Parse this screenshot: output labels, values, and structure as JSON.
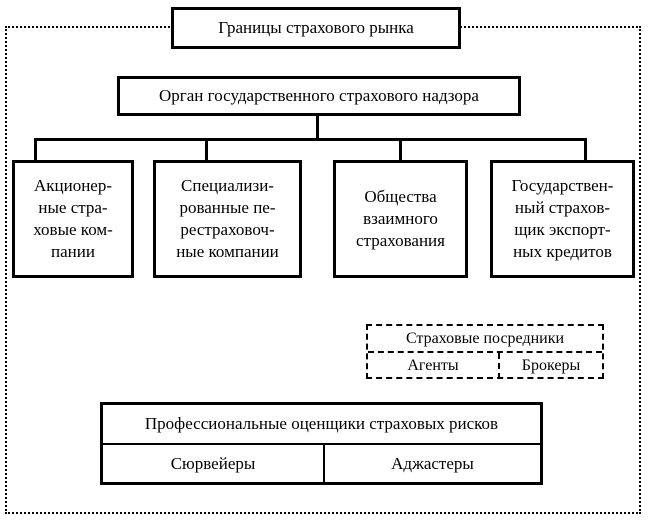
{
  "diagram": {
    "title": "Границы страхового рынка",
    "supervisor": "Орган государственного страхового надзора",
    "companies": [
      "Акционер-\nные стра-\nховые ком-\nпании",
      "Специализи-\nрованные пе-\nрестраховоч-\nные компании",
      "Общества\nвзаимного\nстрахования",
      "Государствен-\nный страхов-\nщик экспорт-\nных кредитов"
    ],
    "intermediaries": {
      "title": "Страховые посредники",
      "agents": "Агенты",
      "brokers": "Брокеры"
    },
    "assessors": {
      "title": "Профессиональные оценщики страховых рисков",
      "surveyors": "Сюрвейеры",
      "adjusters": "Аджастеры"
    }
  }
}
